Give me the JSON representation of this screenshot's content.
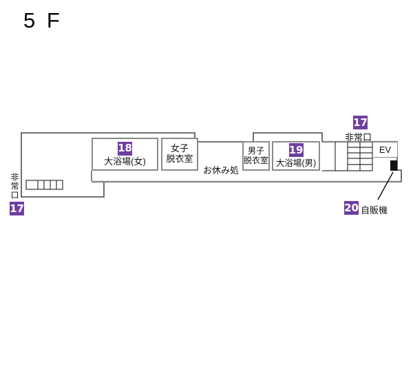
{
  "title": "5 F",
  "floor_plan": {
    "rooms": {
      "bath_women": {
        "badge": "18",
        "label": "大浴場(女)"
      },
      "dressing_women": {
        "lines": [
          "女子",
          "脱衣室"
        ]
      },
      "rest_area": {
        "label": "お休み処"
      },
      "dressing_men": {
        "lines": [
          "男子",
          "脱衣室"
        ]
      },
      "bath_men": {
        "badge": "19",
        "label": "大浴場(男)"
      },
      "elevator": {
        "label": "EV"
      }
    },
    "markers": {
      "exit_left": {
        "badge": "17",
        "label": "非常口"
      },
      "exit_right": {
        "badge": "17",
        "label": "非常口"
      },
      "vending_machine": {
        "badge": "20",
        "label": "自販機"
      }
    },
    "colors": {
      "badge_bg": "#6f3fa0",
      "badge_text": "#ffffff",
      "room_border": "#8a8a8a",
      "outline": "#1f1f1f"
    }
  }
}
